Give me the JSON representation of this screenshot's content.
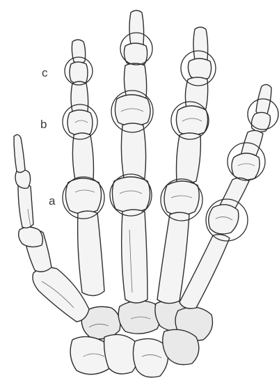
{
  "labels": {
    "a": "a",
    "b": "b",
    "c": "c"
  },
  "colors": {
    "line": "#2e2e2e",
    "bone_fill": "#f4f4f4",
    "label": "#3a3a3a"
  }
}
